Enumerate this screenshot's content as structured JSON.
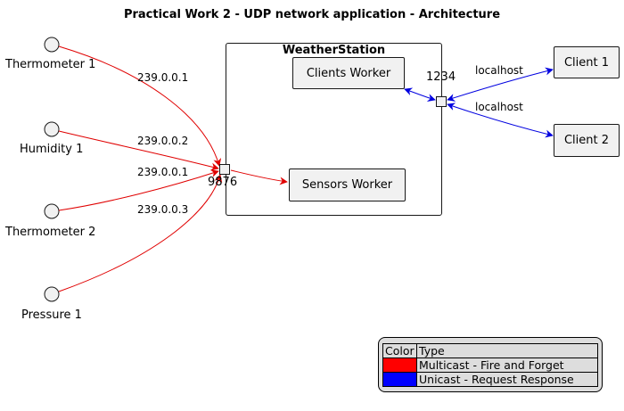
{
  "title": "Practical Work 2 - UDP network application - Architecture",
  "actors": [
    {
      "id": "therm1",
      "label": "Thermometer 1"
    },
    {
      "id": "hum1",
      "label": "Humidity 1"
    },
    {
      "id": "therm2",
      "label": "Thermometer 2"
    },
    {
      "id": "press1",
      "label": "Pressure 1"
    }
  ],
  "station": {
    "title": "WeatherStation",
    "clients_worker": "Clients Worker",
    "sensors_worker": "Sensors Worker",
    "sensor_port": "9876",
    "client_port": "1234"
  },
  "clients": [
    {
      "id": "client1",
      "label": "Client 1"
    },
    {
      "id": "client2",
      "label": "Client 2"
    }
  ],
  "edges": [
    {
      "from": "Thermometer 1",
      "to": "9876",
      "label": "239.0.0.1",
      "color": "#e00000"
    },
    {
      "from": "Humidity 1",
      "to": "9876",
      "label": "239.0.0.2",
      "color": "#e00000"
    },
    {
      "from": "Thermometer 2",
      "to": "9876",
      "label": "239.0.0.1",
      "color": "#e00000"
    },
    {
      "from": "Pressure 1",
      "to": "9876",
      "label": "239.0.0.3",
      "color": "#e00000"
    },
    {
      "from": "9876",
      "to": "Sensors Worker",
      "label": "",
      "color": "#e00000"
    },
    {
      "from": "Clients Worker",
      "to": "1234",
      "label": "",
      "color": "#0000e0"
    },
    {
      "from": "1234",
      "to": "Client 1",
      "label": "localhost",
      "color": "#0000e0"
    },
    {
      "from": "1234",
      "to": "Client 2",
      "label": "localhost",
      "color": "#0000e0"
    }
  ],
  "legend": {
    "header": {
      "color": "Color",
      "type": "Type"
    },
    "rows": [
      {
        "color": "#ff0000",
        "type": "Multicast - Fire and Forget"
      },
      {
        "color": "#0000ff",
        "type": "Unicast - Request Response"
      }
    ]
  }
}
